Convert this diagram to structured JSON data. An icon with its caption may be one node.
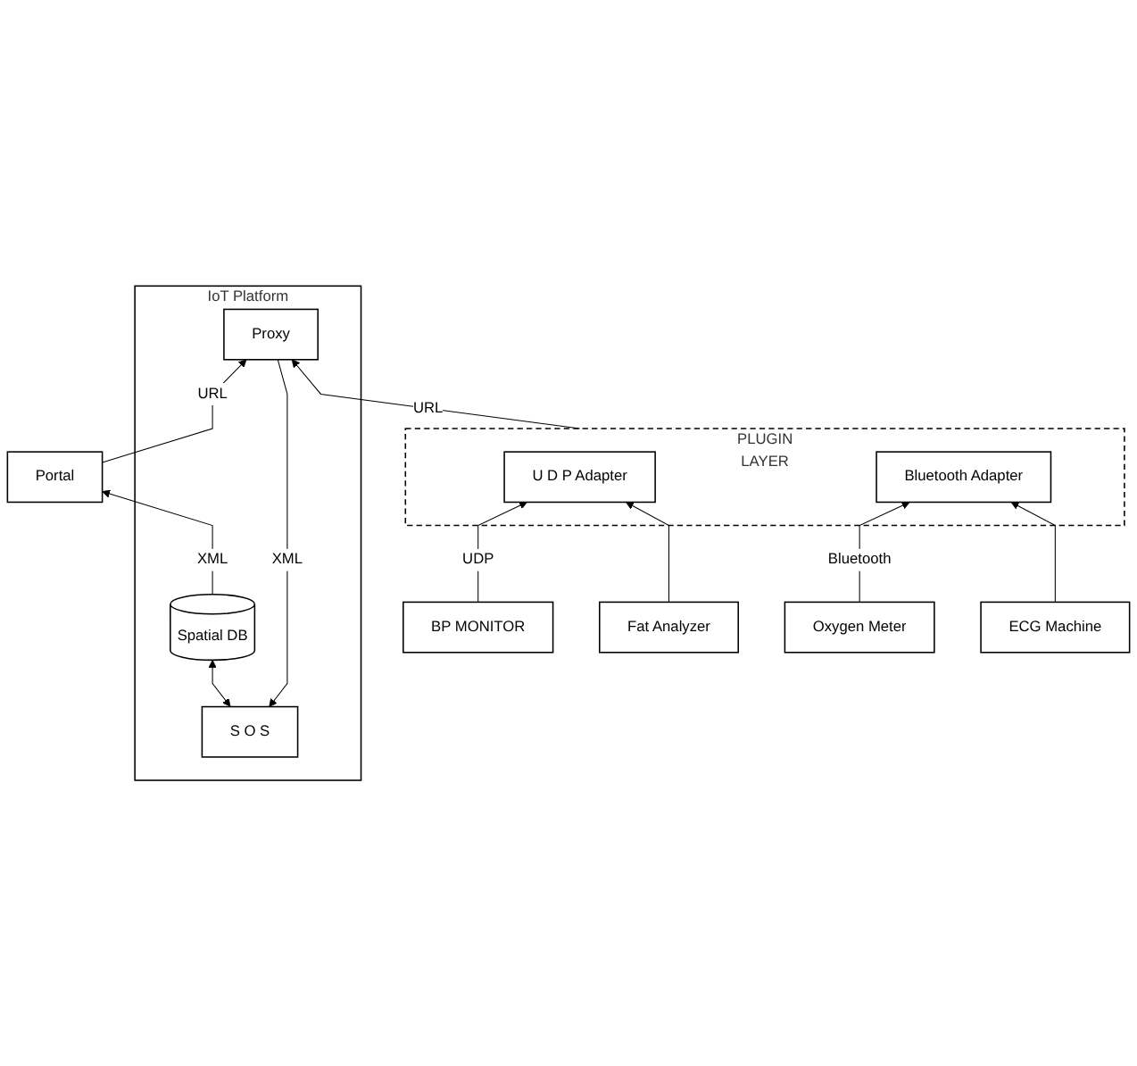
{
  "diagram": {
    "nodes": [
      {
        "text": [
          "IoT Platform"
        ]
      },
      {
        "text": [
          "S O S"
        ],
        "in": 0
      },
      {
        "text": [
          "Spatial DB"
        ],
        "in": 0
      },
      {
        "text": [
          "Proxy"
        ],
        "in": 0
      },
      {
        "text": [
          "PLUGIN",
          "LAYER"
        ]
      },
      {
        "text": [
          "U D P Adapter"
        ],
        "in": 4
      },
      {
        "text": [
          "Bluetooth Adapter"
        ],
        "in": 4
      },
      {
        "text": [
          "Portal"
        ]
      },
      {
        "text": [
          "BP MONITOR"
        ]
      },
      {
        "text": [
          "Fat Analyzer"
        ]
      },
      {
        "text": [
          "Oxygen Meter"
        ]
      },
      {
        "text": [
          "ECG Machine"
        ]
      }
    ],
    "edges": [
      {
        "from": 1,
        "to": 2,
        "arrow": "both"
      },
      {
        "from": 3,
        "to": 1,
        "arrow": "to",
        "label": "XML"
      },
      {
        "from": 2,
        "to": 7,
        "arrow": "to",
        "label": "XML"
      },
      {
        "from": 7,
        "to": 3,
        "arrow": "to",
        "label": "URL"
      },
      {
        "from": 4,
        "to": 3,
        "arrow": "to",
        "label": "URL"
      },
      {
        "from": 8,
        "to": 5,
        "arrow": "to",
        "label": "UDP"
      },
      {
        "from": 9,
        "to": 5,
        "arrow": "to"
      },
      {
        "from": 10,
        "to": 6,
        "arrow": "to",
        "label": "Bluetooth"
      },
      {
        "from": 11,
        "to": 6,
        "arrow": "to"
      }
    ]
  }
}
